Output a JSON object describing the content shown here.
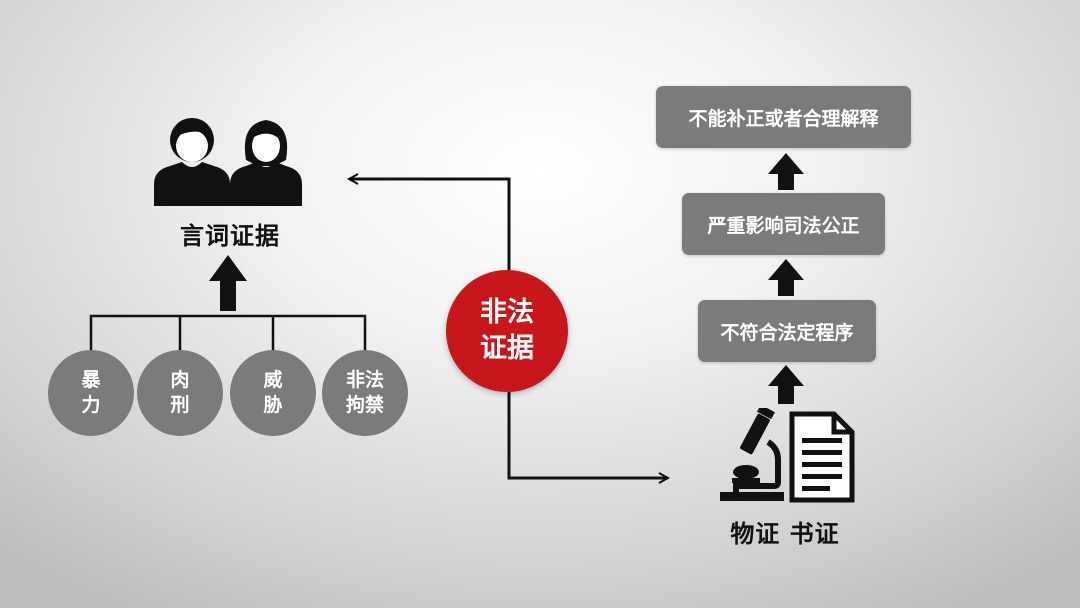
{
  "center": {
    "line1": "非法",
    "line2": "证据"
  },
  "left": {
    "label": "言词证据",
    "icons": [
      "man-icon",
      "woman-icon"
    ],
    "methods": [
      {
        "line1": "暴",
        "line2": "力"
      },
      {
        "line1": "肉",
        "line2": "刑"
      },
      {
        "line1": "威",
        "line2": "胁"
      },
      {
        "line1": "非法",
        "line2": "拘禁"
      }
    ]
  },
  "right": {
    "label": "物证 书证",
    "icons": [
      "microscope-icon",
      "document-icon"
    ],
    "conditions": [
      "不符合法定程序",
      "严重影响司法公正",
      "不能补正或者合理解释"
    ]
  },
  "colors": {
    "accent_red": "#c8161d",
    "box_gray": "#7b7b7b",
    "text_dark": "#111111",
    "line_black": "#111111"
  }
}
